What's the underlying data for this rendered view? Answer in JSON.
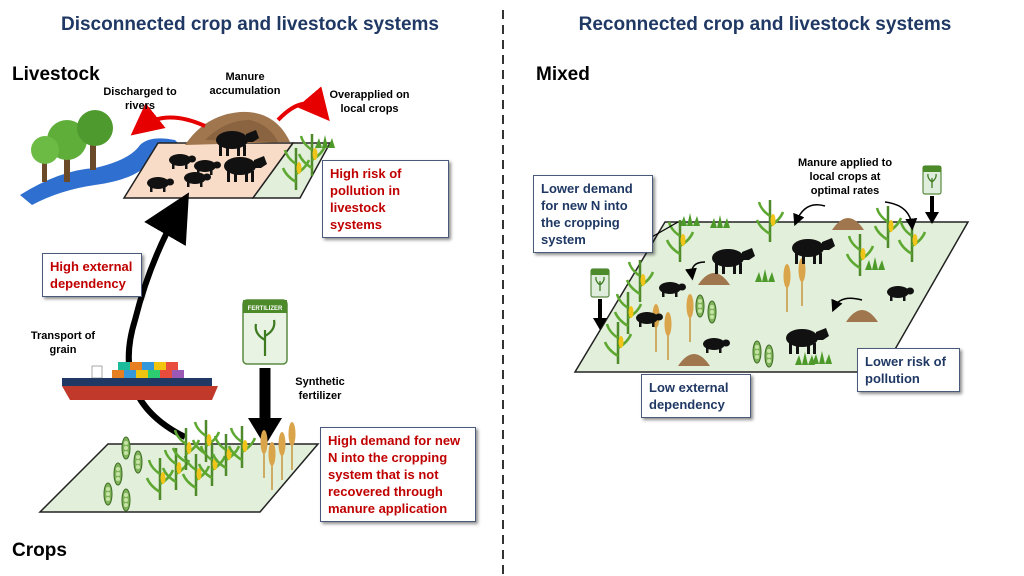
{
  "left": {
    "title": "Disconnected crop and livestock systems",
    "section_livestock": "Livestock",
    "section_crops": "Crops",
    "label_discharged": "Discharged to rivers",
    "label_manure_accumulation": "Manure accumulation",
    "label_overapplied": "Overapplied on local crops",
    "box_high_risk": "High risk of pollution in livestock systems",
    "box_high_external": "High external dependency",
    "label_transport": "Transport of grain",
    "label_synthetic": "Synthetic fertilizer",
    "fertilizer_bag_text": "FERTILIZER",
    "box_high_demand": "High demand for new N into the cropping system that is not recovered through manure application"
  },
  "right": {
    "title": "Reconnected crop and livestock systems",
    "section_mixed": "Mixed",
    "label_manure_applied": "Manure applied to local crops at optimal rates",
    "box_lower_demand": "Lower demand for new N into the cropping system",
    "box_low_external": "Low external dependency",
    "box_lower_risk": "Lower risk of pollution"
  },
  "colors": {
    "title_blue": "#1f3864",
    "risk_red": "#c00000",
    "field_green": "#e2efda",
    "livestock_pen": "#f8dcc8"
  }
}
